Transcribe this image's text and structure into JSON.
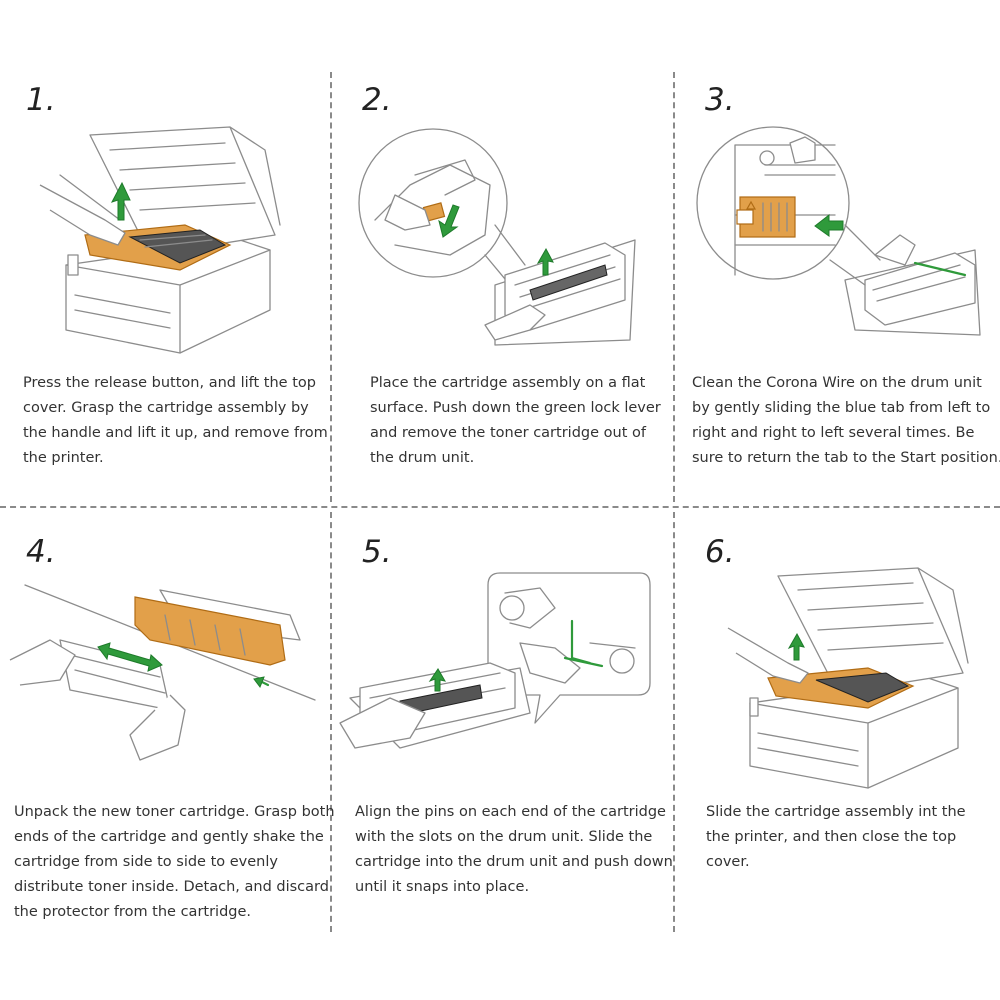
{
  "steps": [
    {
      "number": "1.",
      "lines": [
        "Press the release button, and lift the top",
        "cover. Grasp the cartridge assembly by",
        "the handle and lift it up, and remove from",
        "the printer."
      ]
    },
    {
      "number": "2.",
      "lines": [
        "Place the cartridge assembly on a flat",
        "surface. Push down the green lock lever",
        "and remove the toner cartridge out of",
        "the drum unit."
      ]
    },
    {
      "number": "3.",
      "lines": [
        "Clean the Corona Wire on the drum unit",
        "by gently sliding the blue tab from left to",
        "right  and right to left several times. Be",
        "sure to return the tab to the Start position."
      ]
    },
    {
      "number": "4.",
      "lines": [
        "Unpack the new toner cartridge. Grasp both",
        "ends of the cartridge and gently shake the",
        "cartridge from side to side to evenly",
        "distribute toner inside. Detach, and discard",
        "the protector from the cartridge."
      ]
    },
    {
      "number": "5.",
      "lines": [
        "Align the pins on each end of the cartridge",
        "with the slots on the drum unit. Slide the",
        "cartridge into the drum unit and push down",
        "until it snaps into place."
      ]
    },
    {
      "number": "6.",
      "lines": [
        "Slide the cartridge assembly int the",
        "the printer, and then close the top",
        "cover."
      ]
    }
  ],
  "colors": {
    "accent_green": "#2f9a3b",
    "cartridge_orange": "#e2a04a",
    "divider": "#8a8a8a"
  },
  "icons": [
    "printer-open-illustration",
    "drum-unit-illustration",
    "corona-wire-illustration",
    "toner-shake-illustration",
    "cartridge-insert-illustration",
    "printer-close-illustration"
  ]
}
